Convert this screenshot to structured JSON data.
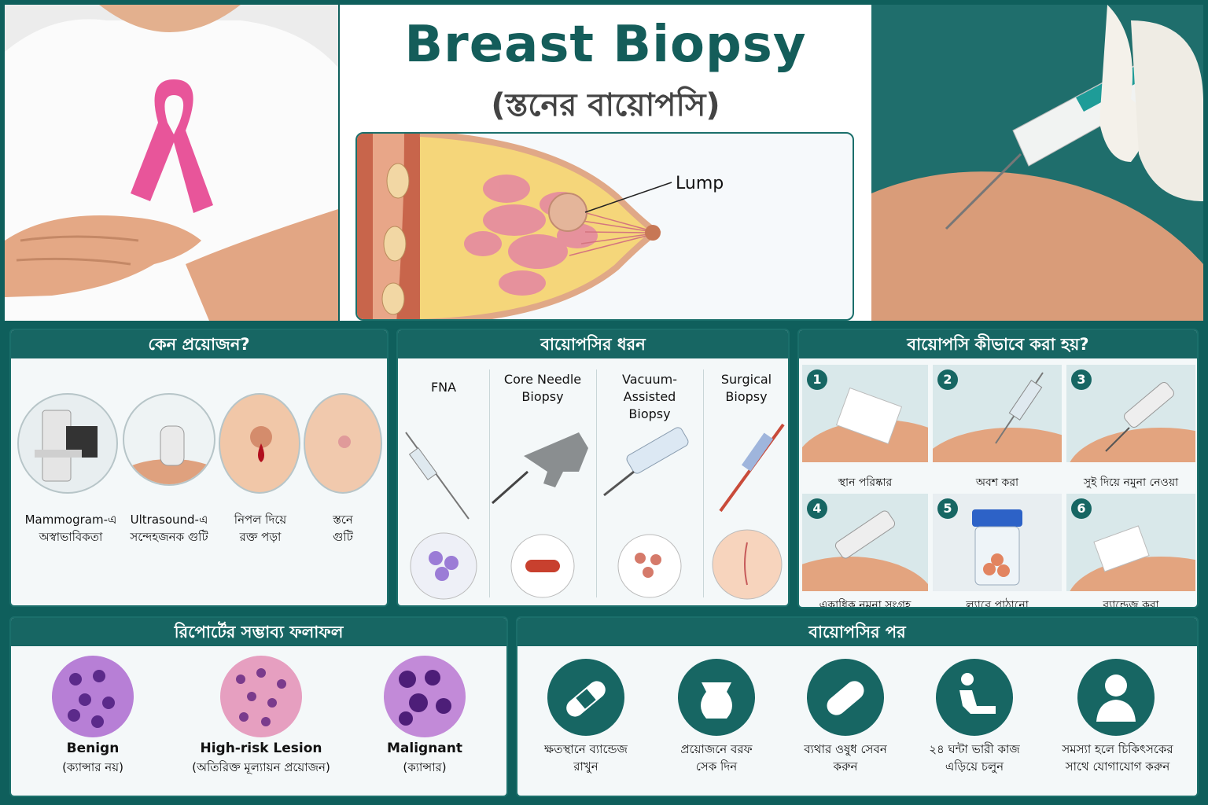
{
  "title": "Breast Biopsy",
  "subtitle": "(স্তনের বায়োপসি)",
  "diagram": {
    "lump_label": "Lump"
  },
  "why": {
    "header": "কেন প্রয়োজন?",
    "items": [
      {
        "line1": "Mammogram-এ",
        "line2": "অস্বাভাবিকতা"
      },
      {
        "line1": "Ultrasound-এ",
        "line2": "সন্দেহজনক গুটি"
      },
      {
        "line1": "নিপল দিয়ে",
        "line2": "রক্ত পড়া"
      },
      {
        "line1": "স্তনে",
        "line2": "গুটি"
      }
    ]
  },
  "types": {
    "header": "বায়োপসির ধরন",
    "items": [
      {
        "line1": "FNA",
        "line2": ""
      },
      {
        "line1": "Core Needle",
        "line2": "Biopsy"
      },
      {
        "line1": "Vacuum-Assisted",
        "line2": "Biopsy"
      },
      {
        "line1": "Surgical",
        "line2": "Biopsy"
      }
    ]
  },
  "how": {
    "header": "বায়োপসি কীভাবে করা হয়?",
    "steps": [
      {
        "num": "1",
        "label": "স্থান পরিষ্কার"
      },
      {
        "num": "2",
        "label": "অবশ করা"
      },
      {
        "num": "3",
        "label": "সুই দিয়ে নমুনা নেওয়া"
      },
      {
        "num": "4",
        "label": "একাধিক নমুনা সংগ্রহ"
      },
      {
        "num": "5",
        "label": "ল্যাবে পাঠানো"
      },
      {
        "num": "6",
        "label": "ব্যান্ডেজ করা"
      }
    ]
  },
  "results": {
    "header": "রিপোর্টের সম্ভাব্য ফলাফল",
    "items": [
      {
        "name": "Benign",
        "desc": "(ক্যান্সার নয়)"
      },
      {
        "name": "High-risk Lesion",
        "desc": "(অতিরিক্ত মূল্যায়ন প্রয়োজন)"
      },
      {
        "name": "Malignant",
        "desc": "(ক্যান্সার)"
      }
    ]
  },
  "after": {
    "header": "বায়োপসির পর",
    "items": [
      {
        "line1": "ক্ষতস্থানে ব্যান্ডেজ",
        "line2": "রাখুন",
        "icon": "bandage-icon"
      },
      {
        "line1": "প্রয়োজনে বরফ",
        "line2": "সেক দিন",
        "icon": "ice-pack-icon"
      },
      {
        "line1": "ব্যথার ওষুধ সেবন",
        "line2": "করুন",
        "icon": "pill-icon"
      },
      {
        "line1": "২৪ ঘন্টা ভারী কাজ",
        "line2": "এড়িয়ে চলুন",
        "icon": "rest-icon"
      },
      {
        "line1": "সমস্যা হলে চিকিৎসকের",
        "line2": "সাথে যোগাযোগ করুন",
        "icon": "doctor-icon"
      }
    ]
  },
  "colors": {
    "teal": "#176663",
    "ribbon": "#e8559a",
    "tissue": "#e58aa0"
  }
}
